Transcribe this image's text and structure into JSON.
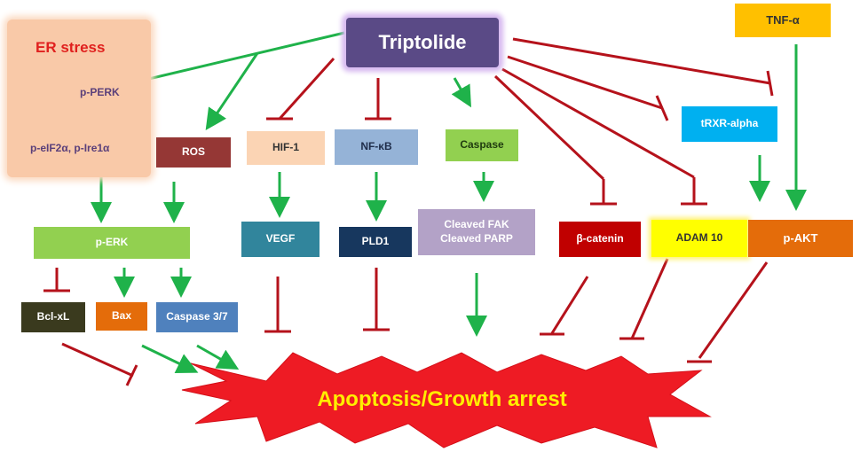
{
  "diagram": {
    "central_node": "Triptolide",
    "er_stress": {
      "title": "ER stress",
      "p_perk": "p-PERK",
      "p_eif2a": "p-eIF2α, p-Ire1α"
    },
    "nodes": {
      "ros": "ROS",
      "hif1": "HIF-1",
      "nfkb": "NF-κB",
      "caspase": "Caspase",
      "tnfa": "TNF-α",
      "trxr": "tRXR-alpha",
      "perk_erk": "p-ERK",
      "vegf": "VEGF",
      "pld1": "PLD1",
      "cleaved_fak": "Cleaved FAK",
      "cleaved_parp": "Cleaved PARP",
      "beta_catenin": "β-catenin",
      "adam10": "ADAM 10",
      "pakt": "p-AKT",
      "bclxl": "Bcl-xL",
      "bax": "Bax",
      "caspase37": "Caspase 3/7"
    },
    "outcome": "Apoptosis/Growth arrest",
    "colors": {
      "activation_arrow": "#1fb24a",
      "inhibition_line": "#b5121b",
      "outcome_fill": "#ee1b24",
      "outcome_text": "#ffee00"
    }
  }
}
